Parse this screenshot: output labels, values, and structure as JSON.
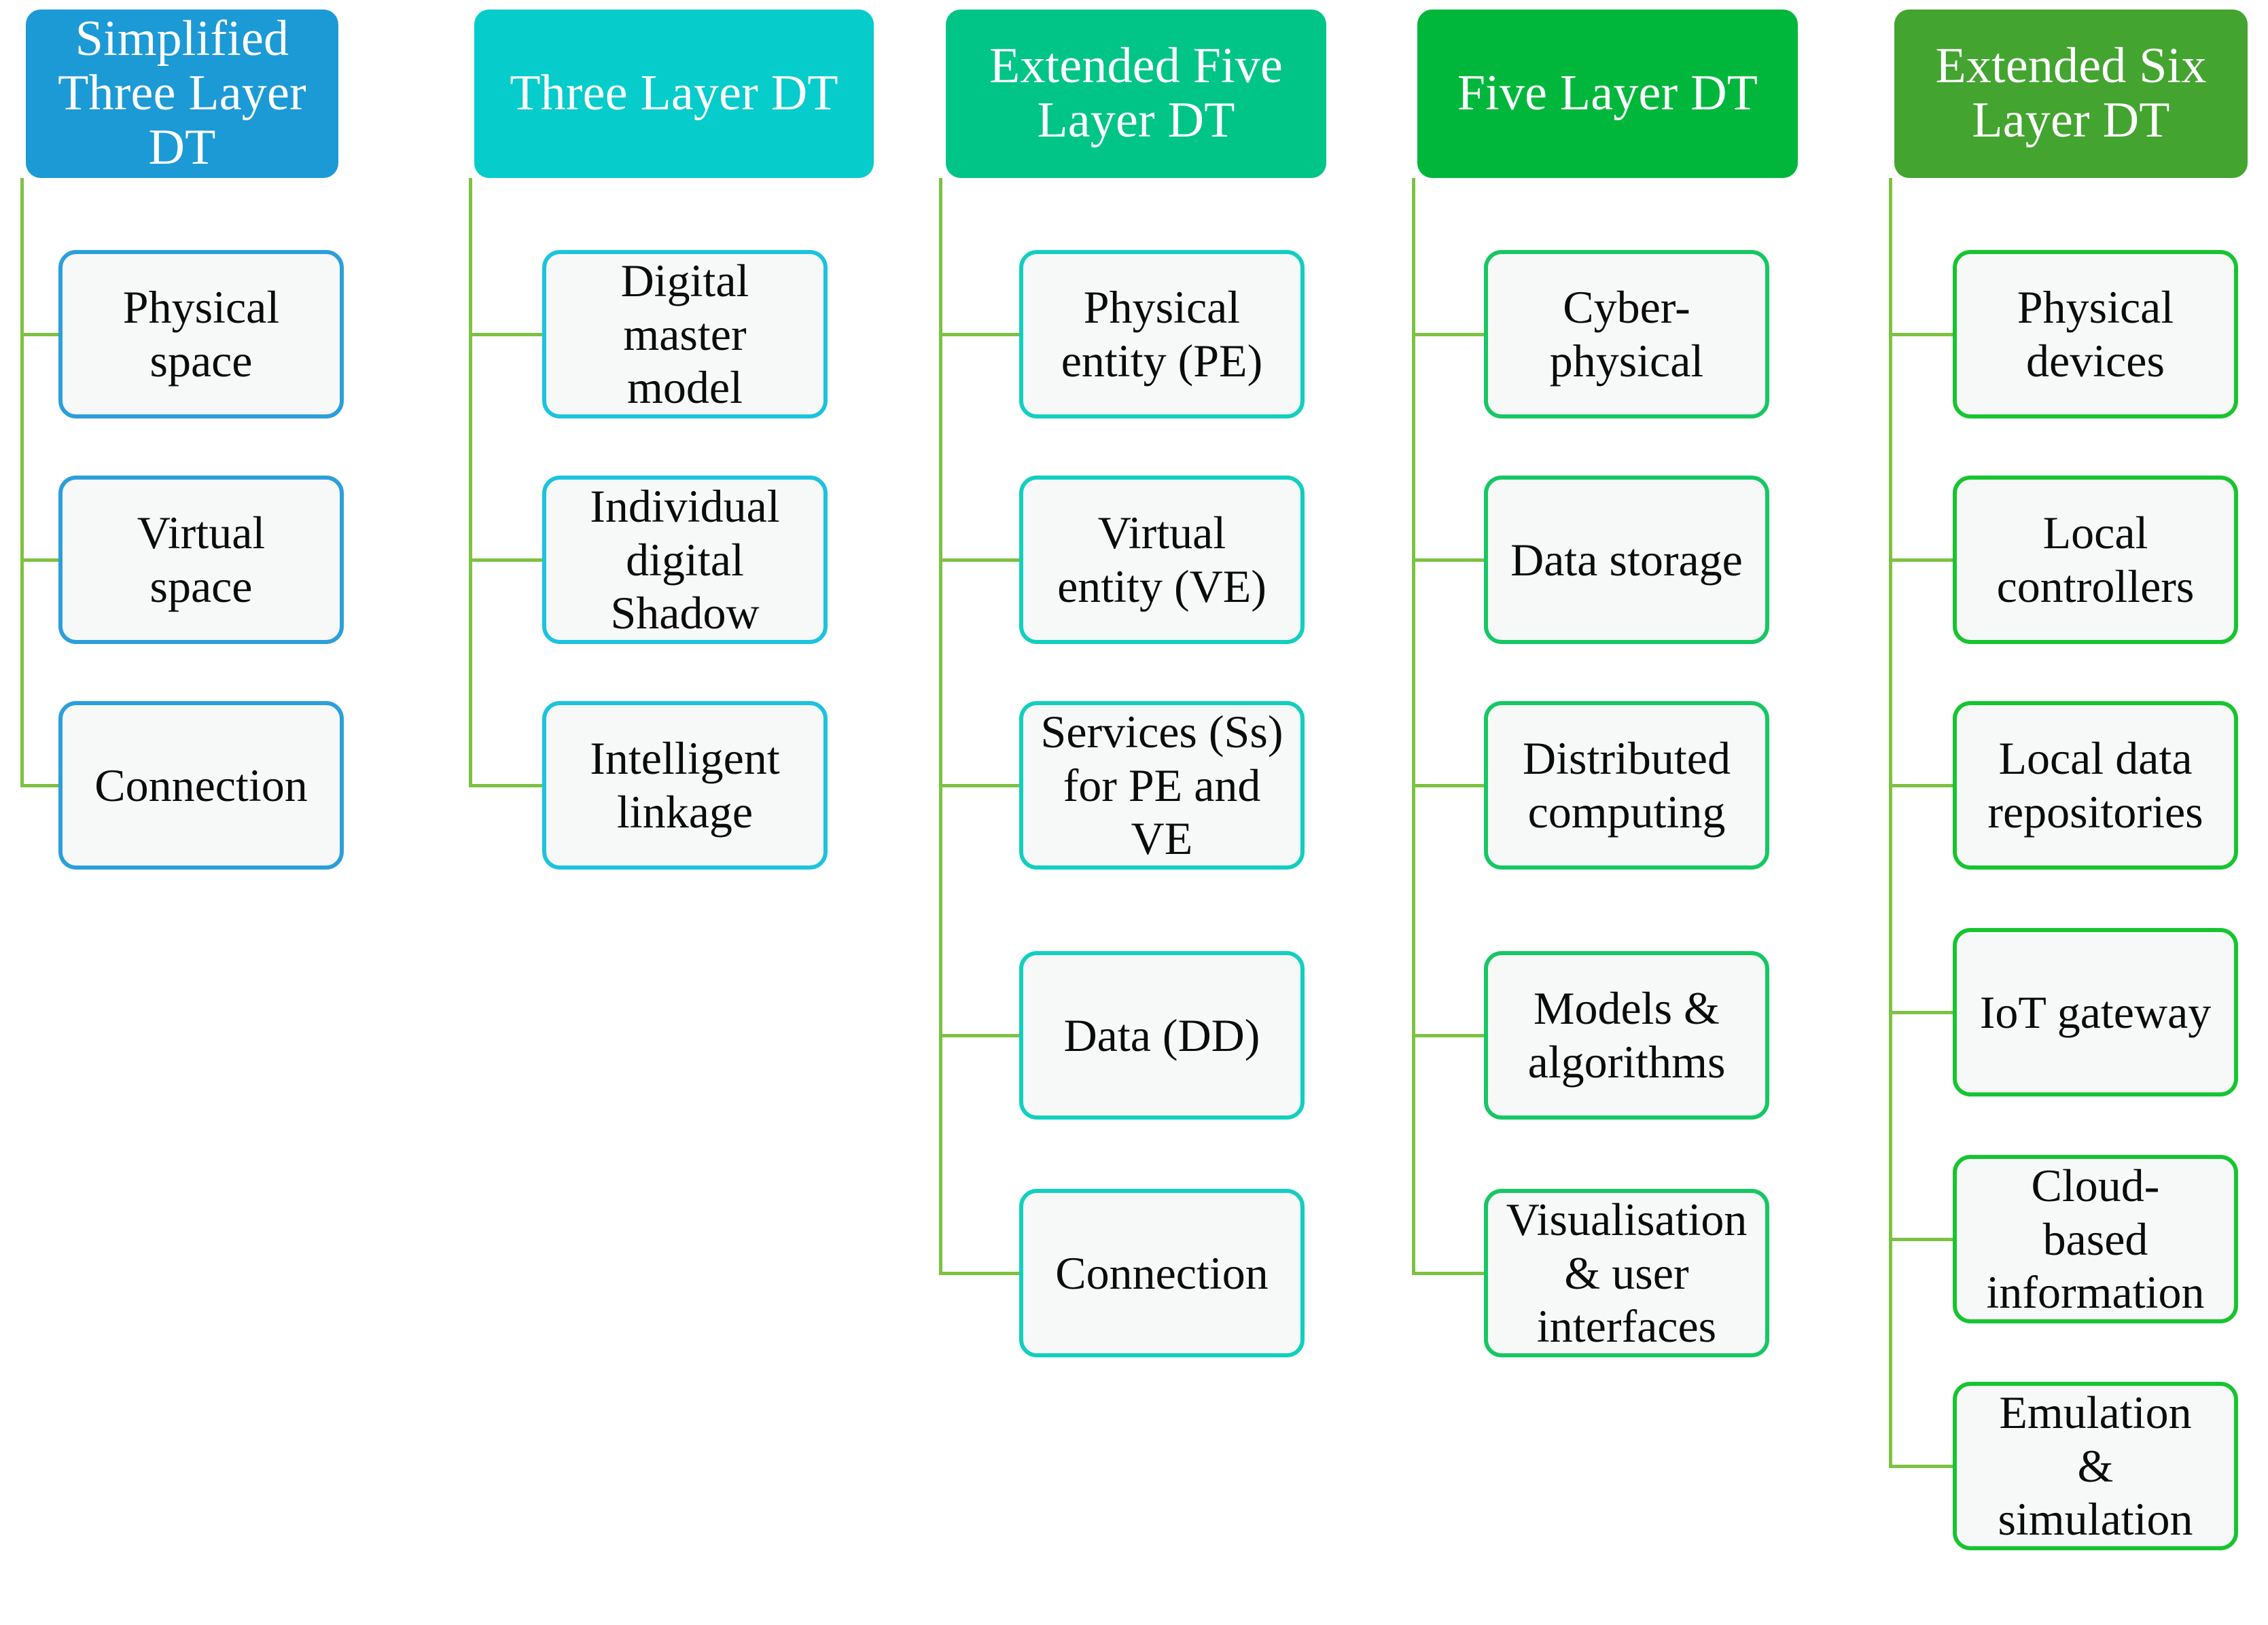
{
  "figure": {
    "type": "hierarchy-comparison-diagram",
    "orientation": "five parallel vertical trees",
    "connector_color": "#7DC242",
    "node_fill": "#F7F8F8",
    "node_text_color": "#0b0b0b"
  },
  "columns": [
    {
      "id": "simplified-three-layer-dt",
      "header": {
        "label": "Simplified\nThree Layer\nDT",
        "bg": "#1C9AD6",
        "text_color": "#FFFFFF"
      },
      "node_border": "#2C9FDA",
      "items": [
        {
          "label": "Physical\nspace"
        },
        {
          "label": "Virtual\nspace"
        },
        {
          "label": "Connection"
        }
      ]
    },
    {
      "id": "three-layer-dt",
      "header": {
        "label": "Three Layer DT",
        "bg": "#06CCCB",
        "text_color": "#FFFFFF"
      },
      "node_border": "#1CC3DE",
      "items": [
        {
          "label": "Digital\nmaster\nmodel"
        },
        {
          "label": "Individual\ndigital\nShadow"
        },
        {
          "label": "Intelligent\nlinkage"
        }
      ]
    },
    {
      "id": "extended-five-layer-dt",
      "header": {
        "label": "Extended Five\nLayer DT",
        "bg": "#00C586",
        "text_color": "#FFFFFF"
      },
      "node_border": "#12CFC0",
      "items": [
        {
          "label": "Physical\nentity (PE)"
        },
        {
          "label": "Virtual\nentity (VE)"
        },
        {
          "label": "Services (Ss)\nfor PE and\nVE"
        },
        {
          "label": "Data (DD)"
        },
        {
          "label": "Connection"
        }
      ]
    },
    {
      "id": "five-layer-dt",
      "header": {
        "label": "Five Layer DT",
        "bg": "#00B73C",
        "text_color": "#FFFFFF"
      },
      "node_border": "#16C764",
      "items": [
        {
          "label": "Cyber-\nphysical"
        },
        {
          "label": "Data storage"
        },
        {
          "label": "Distributed\ncomputing"
        },
        {
          "label": "Models &\nalgorithms"
        },
        {
          "label": "Visualisation\n& user\ninterfaces"
        }
      ]
    },
    {
      "id": "extended-six-layer-dt",
      "header": {
        "label": "Extended Six\nLayer DT",
        "bg": "#44A430",
        "text_color": "#FFFFFF"
      },
      "node_border": "#16C52F",
      "items": [
        {
          "label": "Physical\ndevices"
        },
        {
          "label": "Local\ncontrollers"
        },
        {
          "label": "Local data\nrepositories"
        },
        {
          "label": "IoT gateway"
        },
        {
          "label": "Cloud-\nbased\ninformation"
        },
        {
          "label": "Emulation\n&\nsimulation"
        }
      ]
    }
  ]
}
